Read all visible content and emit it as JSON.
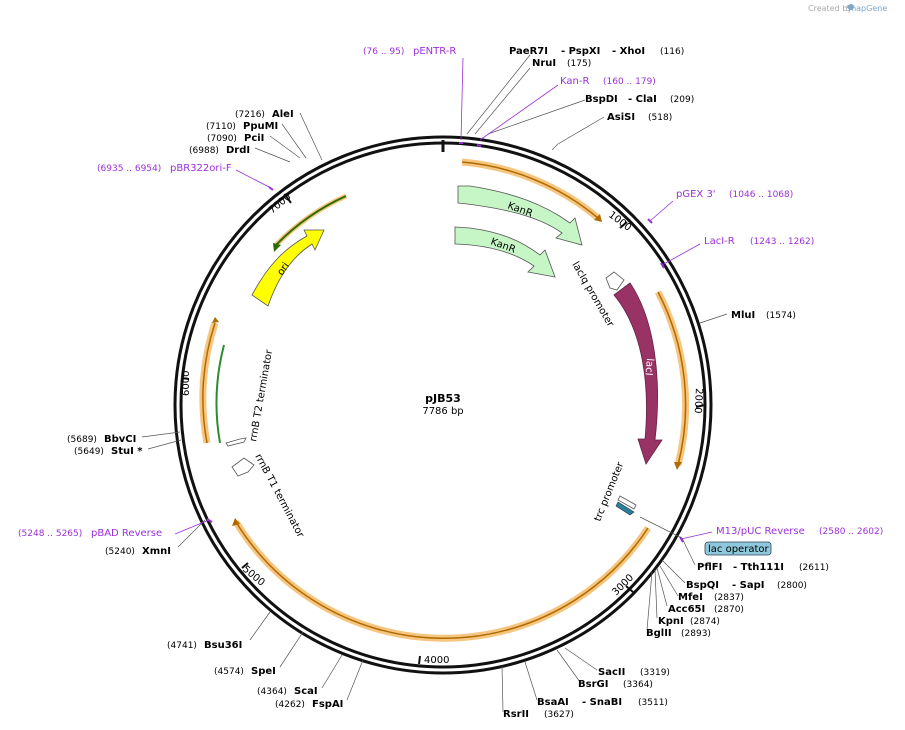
{
  "header": {
    "credit": "Created by",
    "brand": "SnapGene"
  },
  "plasmid": {
    "name": "pJB53",
    "length": "7786 bp"
  },
  "ticks": [
    "1000",
    "2000",
    "3000",
    "4000",
    "5000",
    "6000",
    "7000"
  ],
  "enzymes": [
    {
      "name": "PaeR7I",
      "pos": ""
    },
    {
      "name": "- PspXI",
      "pos": ""
    },
    {
      "name": "- XhoI",
      "pos": "(116)"
    },
    {
      "name": "NruI",
      "pos": "(175)"
    },
    {
      "name": "BspDI",
      "pos": ""
    },
    {
      "name": "- ClaI",
      "pos": "(209)"
    },
    {
      "name": "AsiSI",
      "pos": "(518)"
    },
    {
      "name": "MluI",
      "pos": "(1574)"
    },
    {
      "name": "PflFI",
      "pos": ""
    },
    {
      "name": "- Tth111I",
      "pos": "(2611)"
    },
    {
      "name": "BspQI",
      "pos": ""
    },
    {
      "name": "- SapI",
      "pos": "(2800)"
    },
    {
      "name": "MfeI",
      "pos": "(2837)"
    },
    {
      "name": "Acc65I",
      "pos": "(2870)"
    },
    {
      "name": "KpnI",
      "pos": "(2874)"
    },
    {
      "name": "BglII",
      "pos": "(2893)"
    },
    {
      "name": "SacII",
      "pos": "(3319)"
    },
    {
      "name": "BsrGI",
      "pos": "(3364)"
    },
    {
      "name": "BsaAI",
      "pos": ""
    },
    {
      "name": "- SnaBI",
      "pos": "(3511)"
    },
    {
      "name": "RsrII",
      "pos": "(3627)"
    },
    {
      "name": "FspAI",
      "pos": "(4262)"
    },
    {
      "name": "ScaI",
      "pos": "(4364)"
    },
    {
      "name": "SpeI",
      "pos": "(4574)"
    },
    {
      "name": "Bsu36I",
      "pos": "(4741)"
    },
    {
      "name": "XmnI",
      "pos": "(5240)"
    },
    {
      "name": "StuI *",
      "pos": "(5649)"
    },
    {
      "name": "BbvCI",
      "pos": "(5689)"
    },
    {
      "name": "DrdI",
      "pos": "(6988)"
    },
    {
      "name": "PciI",
      "pos": "(7090)"
    },
    {
      "name": "PpuMI",
      "pos": "(7110)"
    },
    {
      "name": "AleI",
      "pos": "(7216)"
    }
  ],
  "primers": [
    {
      "name": "pENTR-R",
      "range": "(76 .. 95)"
    },
    {
      "name": "Kan-R",
      "range": "(160 .. 179)"
    },
    {
      "name": "pGEX 3'",
      "range": "(1046 .. 1068)"
    },
    {
      "name": "LacI-R",
      "range": "(1243 .. 1262)"
    },
    {
      "name": "M13/pUC Reverse",
      "range": "(2580 .. 2602)"
    },
    {
      "name": "pBAD Reverse",
      "range": "(5248 .. 5265)"
    },
    {
      "name": "pBR322ori-F",
      "range": "(6935 .. 6954)"
    }
  ],
  "features": {
    "kanr1": "KanR",
    "kanr2": "KanR",
    "laciq": "lacIq promoter",
    "laci": "lacI",
    "trc": "trc promoter",
    "lacop": "lac operator",
    "rrnbt2": "rrnB T2 terminator",
    "rrnbt1": "rrnB T1 terminator",
    "ori": "ori"
  },
  "colors": {
    "backbone": "#111111",
    "kanr": "#c6f5c6",
    "laci": "#993366",
    "ori": "#ffff00",
    "primer": "#9b30d9",
    "orf_glow": "#f6c57f",
    "orf_line": "#b06b00",
    "lacop": "#8ec8dc"
  }
}
